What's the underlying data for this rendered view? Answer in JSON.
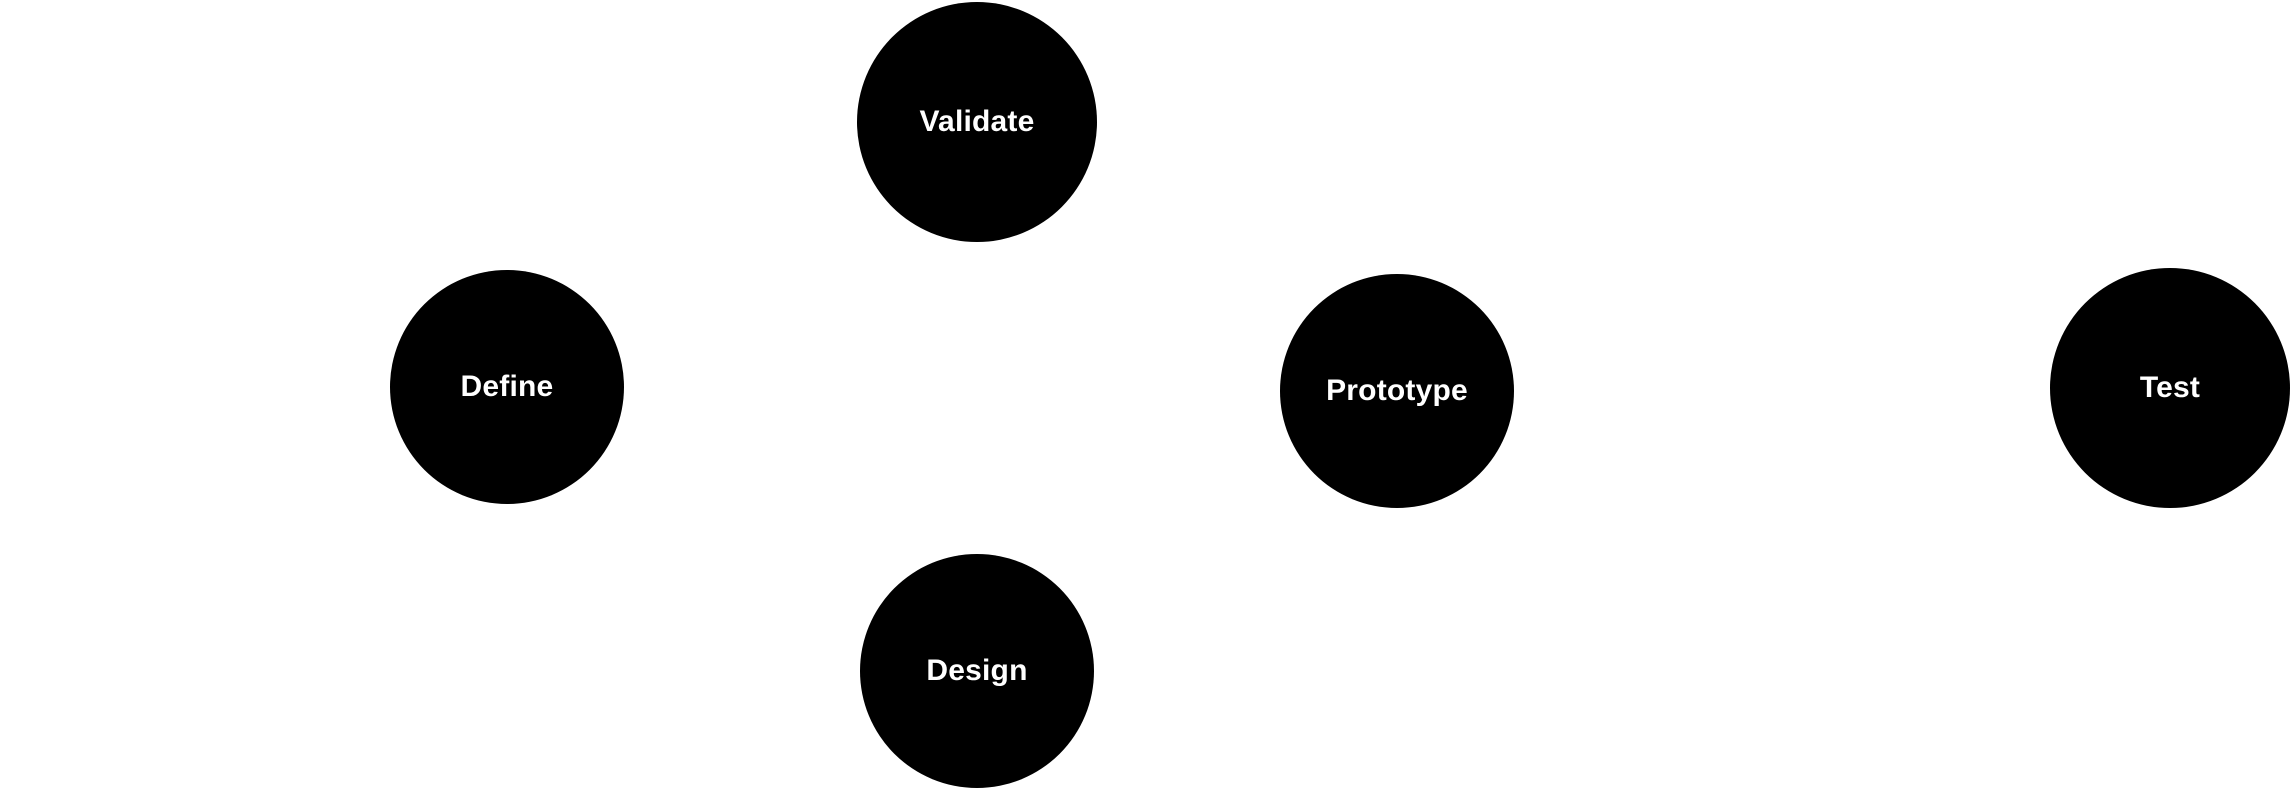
{
  "colors": {
    "background": "#ffffff",
    "node_fill": "#000000",
    "node_text": "#ffffff"
  },
  "nodes": [
    {
      "id": "validate",
      "label": "Validate",
      "style": "scalloped"
    },
    {
      "id": "define",
      "label": "Define",
      "style": "solid"
    },
    {
      "id": "prototype",
      "label": "Prototype",
      "style": "solid"
    },
    {
      "id": "test",
      "label": "Test",
      "style": "scalloped"
    },
    {
      "id": "design",
      "label": "Design",
      "style": "solid"
    }
  ]
}
